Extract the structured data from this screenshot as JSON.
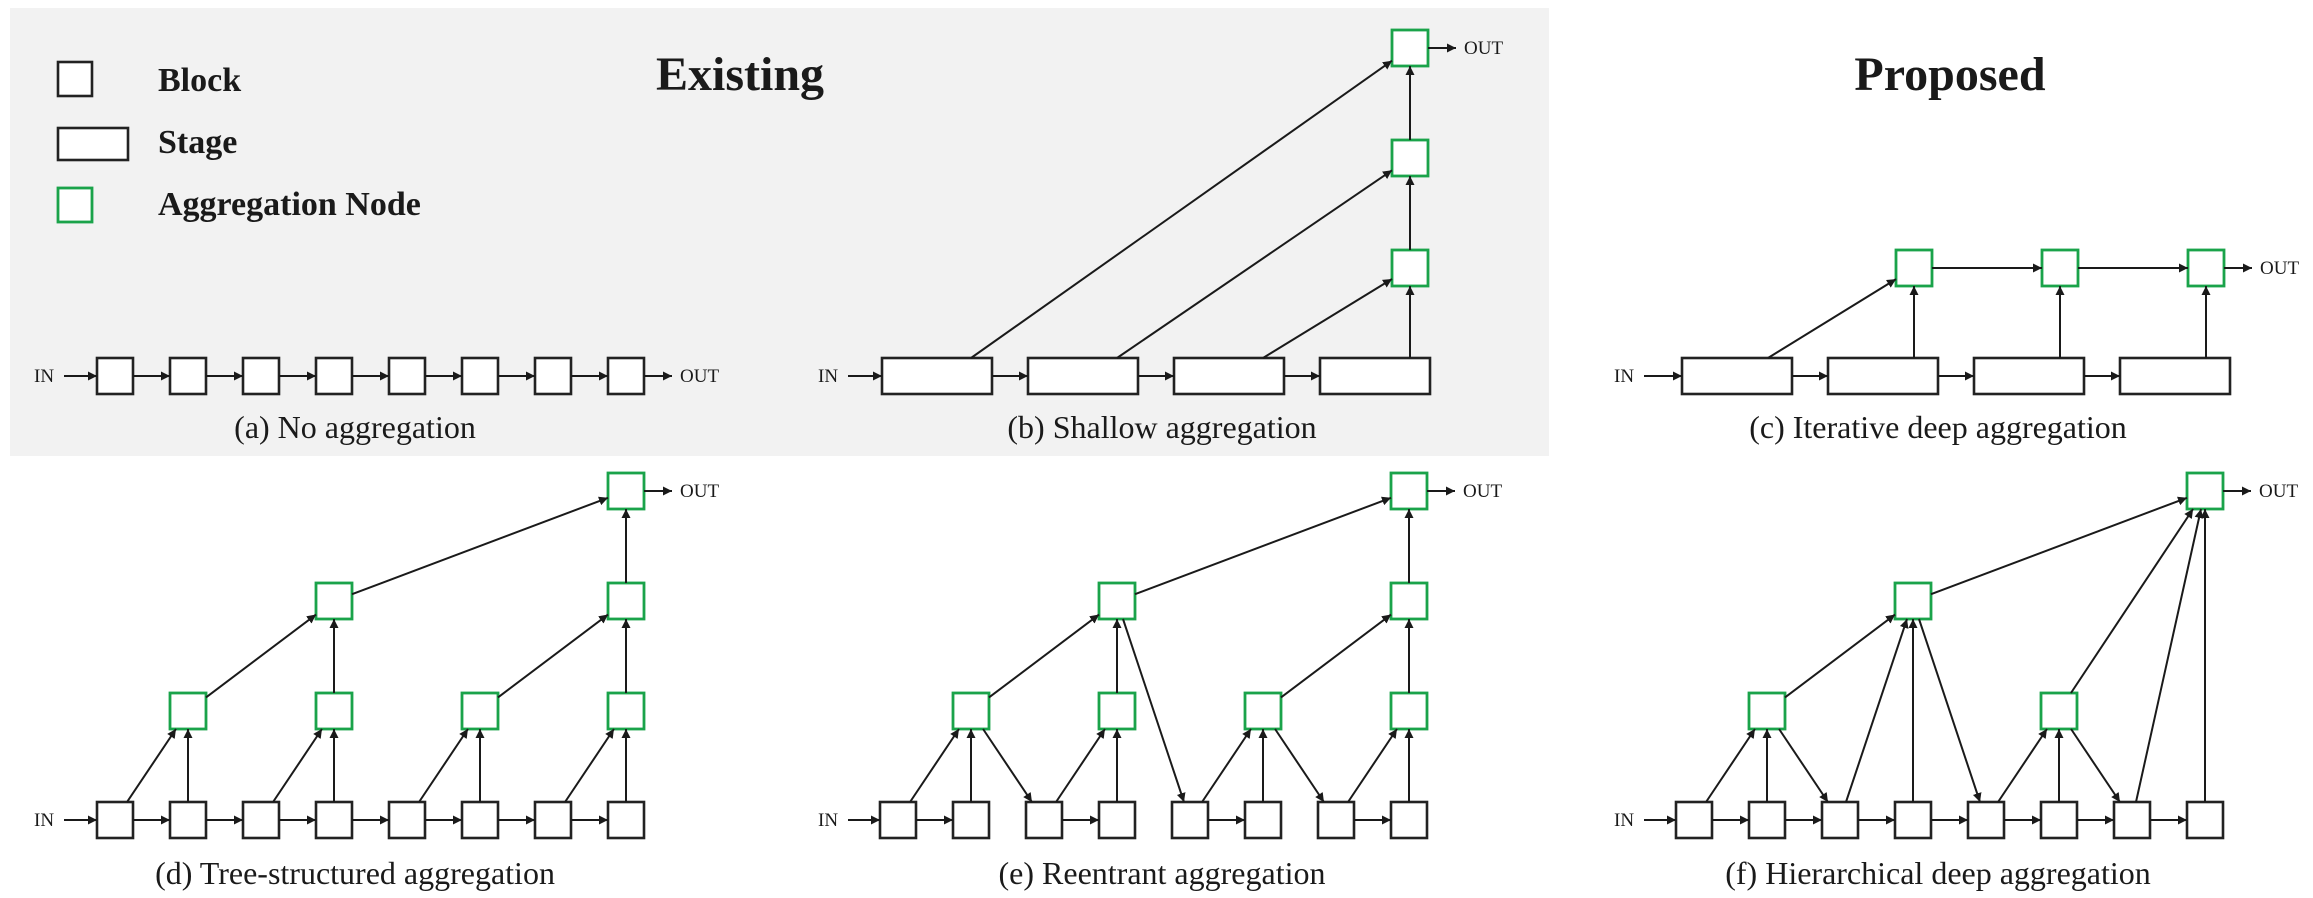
{
  "headings": {
    "existing": "Existing",
    "proposed": "Proposed"
  },
  "legend": {
    "block": "Block",
    "stage": "Stage",
    "aggregation_node": "Aggregation Node"
  },
  "io": {
    "in": "IN",
    "out": "OUT"
  },
  "captions": {
    "a": "(a) No aggregation",
    "b": "(b) Shallow aggregation",
    "c": "(c) Iterative deep aggregation",
    "d": "(d) Tree-structured aggregation",
    "e": "(e) Reentrant aggregation",
    "f": "(f) Hierarchical deep aggregation"
  },
  "colors": {
    "aggregation_node": "#1aa34a",
    "existing_background": "#f2f2f2",
    "block_stroke": "#222222"
  }
}
